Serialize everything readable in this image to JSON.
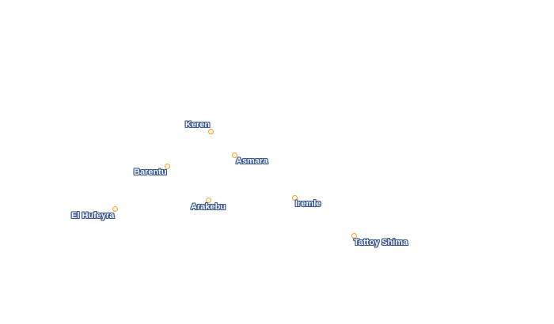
{
  "map": {
    "places": [
      {
        "id": "keren",
        "name": "Keren"
      },
      {
        "id": "asmara",
        "name": "Asmara"
      },
      {
        "id": "barentu",
        "name": "Barentu"
      },
      {
        "id": "arakebu",
        "name": "Arakebu"
      },
      {
        "id": "iremle",
        "name": "Iremle"
      },
      {
        "id": "elhufeyra",
        "name": "El Hufeyra"
      },
      {
        "id": "tattoy",
        "name": "Tattoy Shima"
      }
    ],
    "colors": {
      "background": "#ffffff",
      "label_fill": "#f4f6fb",
      "label_halo": "#3a5588",
      "marker_stroke": "#e8a23a",
      "marker_fill": "#fff7df"
    }
  }
}
